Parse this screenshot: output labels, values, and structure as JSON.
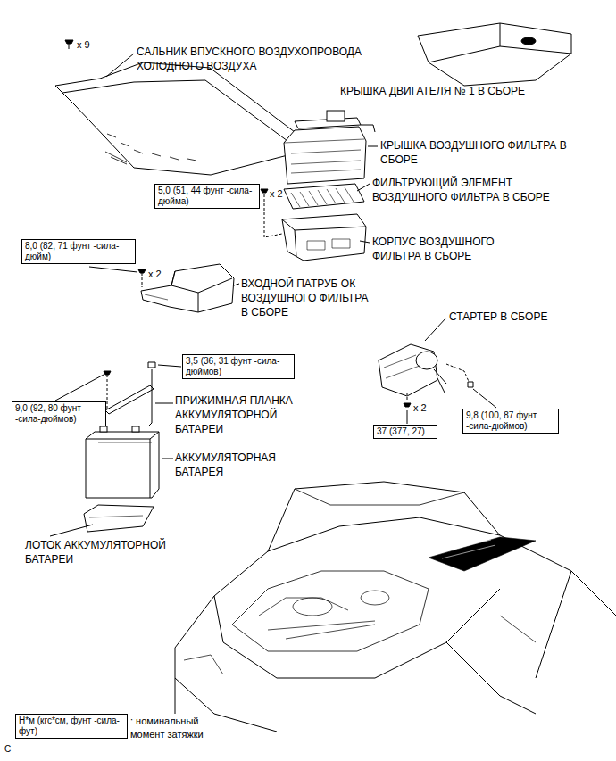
{
  "diagram": {
    "nodes": [
      {
        "text": [
          "5,0 (51, 44 фунт -сила-дюйма)"
        ]
      },
      {
        "text": [
          "8,0 (82, 71 фунт -сила-дюйм)"
        ]
      },
      {
        "text": [
          "3,5 (36, 31 фунт -сила-дюймов)"
        ]
      },
      {
        "text": [
          "9,0 (92, 80 фунт -сила-дюймов)"
        ]
      },
      {
        "text": [
          "37 (377, 27)"
        ]
      },
      {
        "text": [
          "9,8 (100, 87 фунт -сила-дюймов)"
        ]
      },
      {
        "text": [
          "Н*м (кгс*см, фунт -сила-фут)"
        ]
      }
    ],
    "labels": [
      "x 9",
      "САЛЬНИК ВПУСКНОГО ВОЗДУХОПРОВОДА ХОЛОДНОГО ВОЗДУХА",
      "КРЫШКА ДВИГАТЕЛЯ № 1 В СБОРЕ",
      "КРЫШКА ВОЗДУШНОГО ФИЛЬТРА В СБОРЕ",
      "x 2",
      "ФИЛЬТРУЮЩИЙ ЭЛЕМЕНТ ВОЗДУШНОГО ФИЛЬТРА В СБОРЕ",
      "КОРПУС ВОЗДУШНОГО ФИЛЬТРА В СБОРЕ",
      "x 2",
      "ВХОДНОЙ ПАТРУБ ОК ВОЗДУШНОГО ФИЛЬТРА В СБОРЕ",
      "СТАРТЕР В СБОРЕ",
      "ПРИЖИМНАЯ ПЛАНКА АККУМУЛЯТОРНОЙ БАТАРЕИ",
      "АККУМУЛЯТОРНАЯ БАТАРЕЯ",
      "x 2",
      "ЛОТОК АККУМУЛЯТОРНОЙ БАТАРЕИ",
      ": номинальный момент затяжки",
      "C"
    ]
  }
}
